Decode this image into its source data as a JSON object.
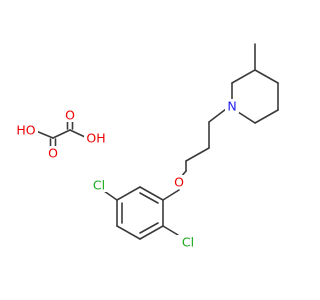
{
  "molecule": {
    "atoms": {
      "n": {
        "label": "N",
        "color": "#2222ee"
      },
      "o_ether": {
        "label": "O",
        "color": "#ee0000"
      },
      "cl_top": {
        "label": "Cl",
        "color": "#1aa81a"
      },
      "cl_bottom": {
        "label": "Cl",
        "color": "#1aa81a"
      },
      "oxalic_o_double_top": {
        "label": "O",
        "color": "#ee0000"
      },
      "oxalic_o_double_bottom": {
        "label": "O",
        "color": "#ee0000"
      },
      "oxalic_oh_left": {
        "label": "HO",
        "color": "#ee0000"
      },
      "oxalic_oh_right": {
        "label": "OH",
        "color": "#ee0000"
      }
    },
    "bond_color": "#3a3a3a"
  }
}
